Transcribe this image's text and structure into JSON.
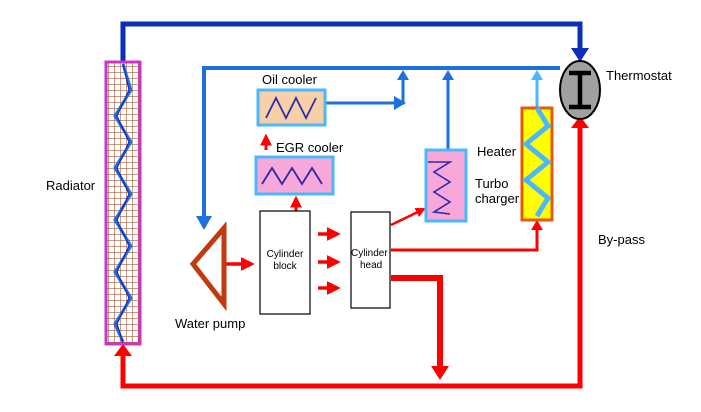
{
  "labels": {
    "radiator": "Radiator",
    "thermostat": "Thermostat",
    "oil_cooler": "Oil cooler",
    "egr_cooler": "EGR cooler",
    "heater": "Heater",
    "turbo_line1": "Turbo",
    "turbo_line2": "charger",
    "bypass": "By-pass",
    "water_pump": "Water pump",
    "cylinder_block_line1": "Cylinder",
    "cylinder_block_line2": "block",
    "cylinder_head_line1": "Cylinder",
    "cylinder_head_line2": "head"
  },
  "colors": {
    "hot_flow": "#ff0000",
    "cool_flow_main": "#0b2fb8",
    "cool_flow": "#1e6fe0",
    "light_flow": "#4ab8ff",
    "radiator_frame": "#cc33cc",
    "radiator_grid": "#a65a3a",
    "oil_cooler_fill": "#f8d0a8",
    "egr_fill": "#f8a8d8",
    "heater_fill": "#ffff00",
    "heater_frame": "#e05a10",
    "pump": "#c0390f"
  }
}
